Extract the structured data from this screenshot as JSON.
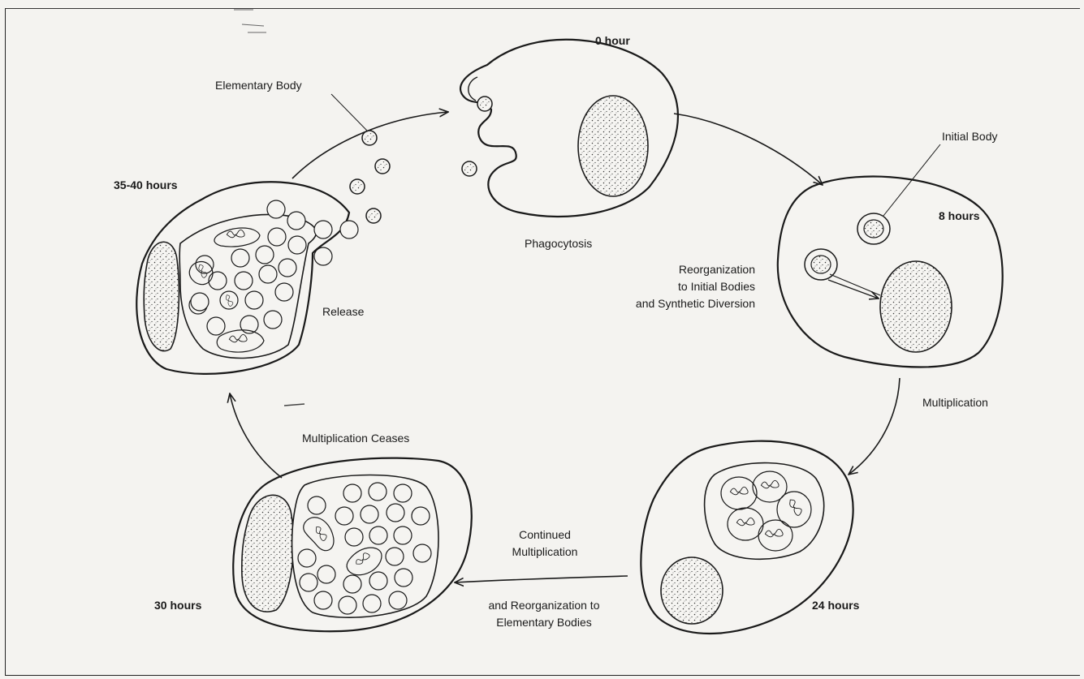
{
  "stages": {
    "hour_0": "0 hour",
    "hours_8": "8 hours",
    "hours_24": "24 hours",
    "hours_30": "30 hours",
    "hours_35_40": "35-40 hours"
  },
  "processes": {
    "phagocytosis": "Phagocytosis",
    "reorganization": [
      "Reorganization",
      "to Initial Bodies",
      "and Synthetic Diversion"
    ],
    "multiplication": "Multiplication",
    "continued_multiplication": [
      "Continued",
      "Multiplication"
    ],
    "reorganization_elementary": [
      "and Reorganization to",
      "Elementary Bodies"
    ],
    "multiplication_ceases": "Multiplication Ceases",
    "release": "Release"
  },
  "annotations": {
    "elementary_body": "Elementary Body",
    "initial_body": "Initial Body"
  },
  "colors": {
    "ink": "#1a1a1a",
    "paper": "#f4f3f0"
  }
}
